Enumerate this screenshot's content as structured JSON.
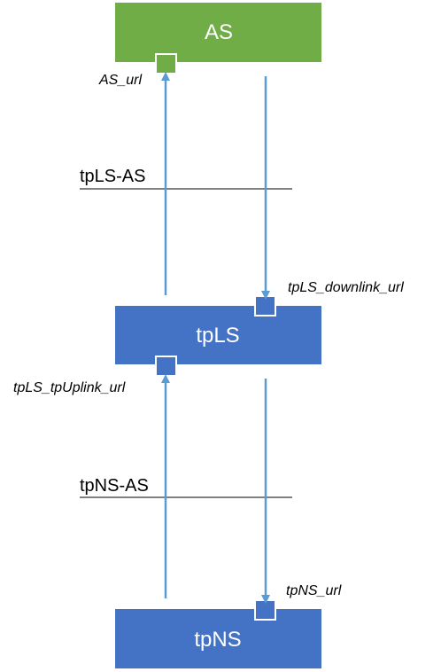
{
  "colors": {
    "as_fill": "#70ad47",
    "tp_fill": "#4472c4",
    "arrow": "#5b9bd5",
    "port_border": "#ffffff",
    "line": "#000000"
  },
  "nodes": {
    "as": {
      "label": "AS"
    },
    "tpls": {
      "label": "tpLS"
    },
    "tpns": {
      "label": "tpNS"
    }
  },
  "ports": {
    "as_url": "AS_url",
    "tpls_downlink_url": "tpLS_downlink_url",
    "tpls_tpuplink_url": "tpLS_tpUplink_url",
    "tpns_url": "tpNS_url"
  },
  "interfaces": {
    "tpls_as": "tpLS-AS",
    "tpns_as": "tpNS-AS"
  }
}
